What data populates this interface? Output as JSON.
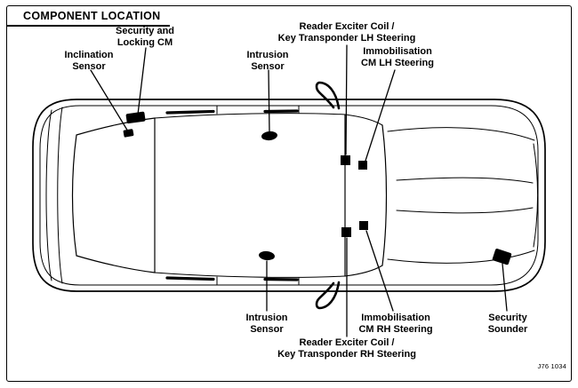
{
  "figure": {
    "title": "COMPONENT LOCATION",
    "figure_number": "J76 1034"
  },
  "colors": {
    "ink": "#000000",
    "background": "#ffffff"
  },
  "labels": {
    "security_locking_cm": "Security and\nLocking CM",
    "inclination_sensor": "Inclination\nSensor",
    "intrusion_sensor_front": "Intrusion\nSensor",
    "reader_exciter_lh": "Reader Exciter Coil /\nKey Transponder LH Steering",
    "immobilisation_lh": "Immobilisation\nCM LH Steering",
    "intrusion_sensor_rear": "Intrusion\nSensor",
    "immobilisation_rh": "Immobilisation\nCM RH Steering",
    "reader_exciter_rh": "Reader Exciter Coil /\nKey Transponder RH Steering",
    "security_sounder": "Security\nSounder"
  }
}
